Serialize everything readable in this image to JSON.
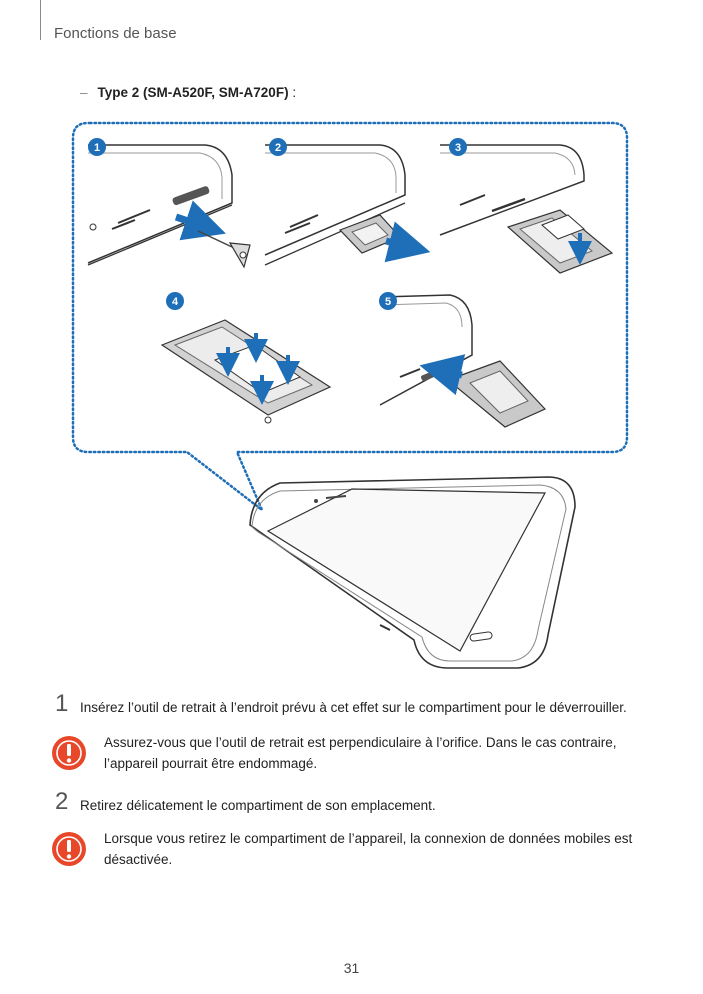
{
  "header": {
    "section_title": "Fonctions de base"
  },
  "subsection": {
    "dash": "–",
    "label_bold": "Type 2 (SM-A520F, SM-A720F)",
    "label_rest": " :"
  },
  "figure": {
    "step_badges": [
      "1",
      "2",
      "3",
      "4",
      "5"
    ],
    "accent_color": "#1e6fb8",
    "outline_color": "#1e6fb8"
  },
  "steps": [
    {
      "number": "1",
      "text": "Insérez l’outil de retrait à l’endroit prévu à cet effet sur le compartiment pour le déverrouiller.",
      "note": "Assurez-vous que l’outil de retrait est perpendiculaire à l’orifice. Dans le cas contraire, l’appareil pourrait être endommagé."
    },
    {
      "number": "2",
      "text": "Retirez délicatement le compartiment de son emplacement.",
      "note": "Lorsque vous retirez le compartiment de l’appareil, la connexion de données mobiles est désactivée."
    }
  ],
  "warning_icon": "exclamation-warning-icon",
  "warning_color": "#e8472a",
  "page_number": "31"
}
